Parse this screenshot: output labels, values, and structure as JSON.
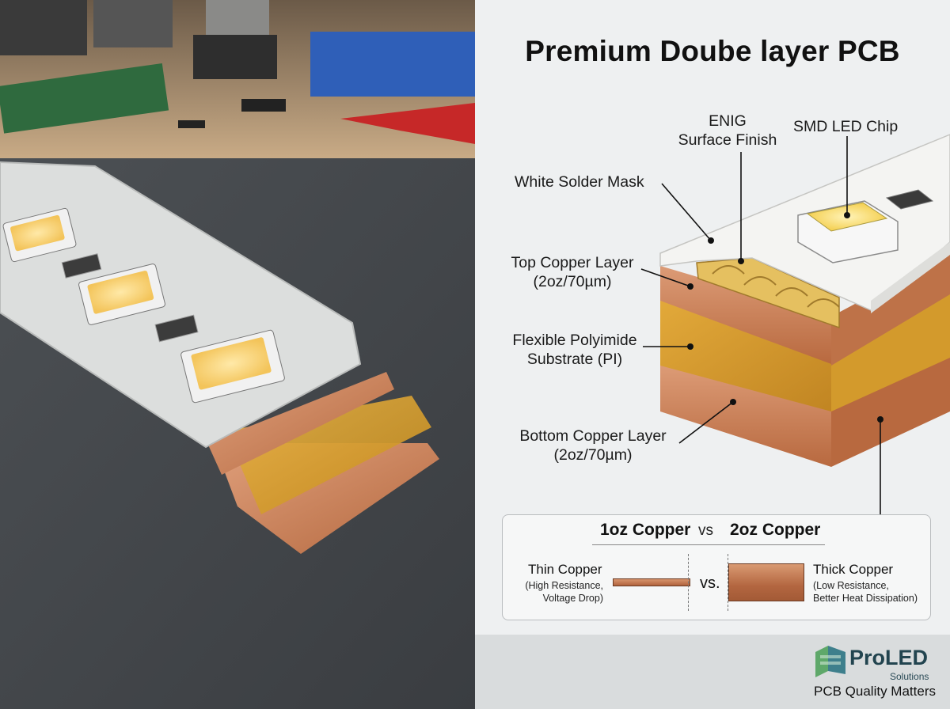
{
  "title": "Premium Doube layer PCB",
  "labels": {
    "enig": "ENIG",
    "enig2": "Surface Finish",
    "smd": "SMD LED Chip",
    "white_mask": "White Solder Mask",
    "top_cu": "Top Copper Layer",
    "top_cu2": "(2oz/70µm)",
    "pi": "Flexible Polyimide",
    "pi2": "Substrate (PI)",
    "bottom_cu": "Bottom Copper Layer",
    "bottom_cu2": "(2oz/70µm)"
  },
  "comparison": {
    "left_heading": "1oz Copper",
    "vs_heading": "vs",
    "right_heading": "2oz Copper",
    "thin_title": "Thin Copper",
    "thin_sub1": "(High Resistance,",
    "thin_sub2": "Voltage Drop)",
    "vs": "vs.",
    "thick_title": "Thick Copper",
    "thick_sub1": "(Low Resistance,",
    "thick_sub2": "Better Heat Dissipation)"
  },
  "brand": {
    "name": "ProLED",
    "sub": "Solutions",
    "tagline": "PCB Quality Matters"
  },
  "colors": {
    "copper": "#c47a52",
    "polyimide": "#d99a2a",
    "solder_mask": "#f2f2f0",
    "led": "#ffd45c"
  }
}
